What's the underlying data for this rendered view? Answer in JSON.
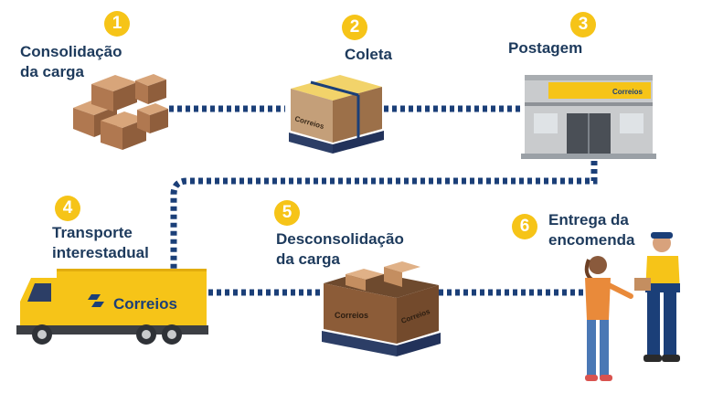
{
  "steps": [
    {
      "number": "1",
      "line1": "Consolidação",
      "line2": "da carga"
    },
    {
      "number": "2",
      "line1": "Coleta",
      "line2": ""
    },
    {
      "number": "3",
      "line1": "Postagem",
      "line2": ""
    },
    {
      "number": "4",
      "line1": "Transporte",
      "line2": "interestadual"
    },
    {
      "number": "5",
      "line1": "Desconsolidação",
      "line2": "da carga"
    },
    {
      "number": "6",
      "line1": "Entrega da",
      "line2": "encomenda"
    }
  ],
  "brand": {
    "name": "Correios",
    "small": "Correios"
  },
  "colors": {
    "accent": "#f6c418",
    "text": "#1d3a5c",
    "path": "#1b3f78",
    "box": "#b07850",
    "pallet": "#2c3e66"
  }
}
